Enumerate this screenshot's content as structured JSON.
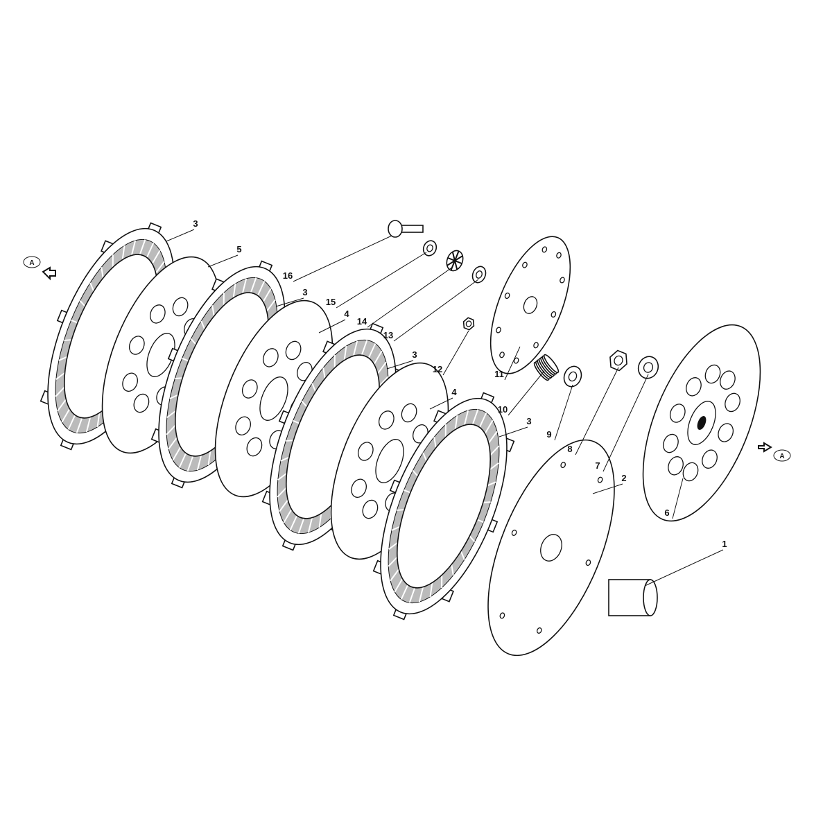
{
  "diagram": {
    "colors": {
      "ink": "#111111",
      "background": "#ffffff"
    },
    "view_marker": "A",
    "parts": [
      {
        "id": "3",
        "kind": "friction-plate"
      },
      {
        "id": "5",
        "kind": "plain-plate"
      },
      {
        "id": "3",
        "kind": "friction-plate"
      },
      {
        "id": "4",
        "kind": "plain-plate"
      },
      {
        "id": "3",
        "kind": "friction-plate"
      },
      {
        "id": "4",
        "kind": "plain-plate"
      },
      {
        "id": "3",
        "kind": "friction-plate"
      },
      {
        "id": "2",
        "kind": "pressure-plate"
      },
      {
        "id": "1",
        "kind": "needle-bearing"
      },
      {
        "id": "6",
        "kind": "drum-plate"
      },
      {
        "id": "7",
        "kind": "tab-washer"
      },
      {
        "id": "8",
        "kind": "nut"
      },
      {
        "id": "9",
        "kind": "bushing"
      },
      {
        "id": "10",
        "kind": "spring"
      },
      {
        "id": "11",
        "kind": "spring-plate"
      },
      {
        "id": "12",
        "kind": "nut"
      },
      {
        "id": "13",
        "kind": "washer"
      },
      {
        "id": "14",
        "kind": "star-washer"
      },
      {
        "id": "15",
        "kind": "washer"
      },
      {
        "id": "16",
        "kind": "bolt"
      }
    ]
  }
}
